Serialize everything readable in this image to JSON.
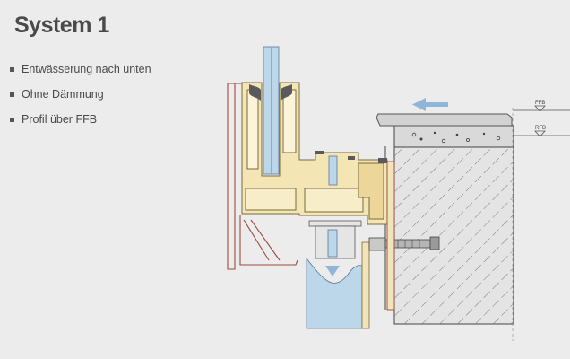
{
  "header": {
    "title": "System 1"
  },
  "features": [
    {
      "label": "Entwässerung nach unten"
    },
    {
      "label": "Ohne Dämmung"
    },
    {
      "label": "Profil über FFB"
    }
  ],
  "drawing": {
    "level_labels": {
      "finished_floor": "FFB",
      "raw_floor": "RFB"
    },
    "colors": {
      "background": "#ececec",
      "profile_fill": "#f3e6b4",
      "profile_stroke": "#7a6a3a",
      "glass": "#bcd6ea",
      "water_arrow": "#8fb6d8",
      "frame_line": "#9a4a40",
      "concrete_hatch": "#555555",
      "tile": "#d6d6d6"
    }
  }
}
